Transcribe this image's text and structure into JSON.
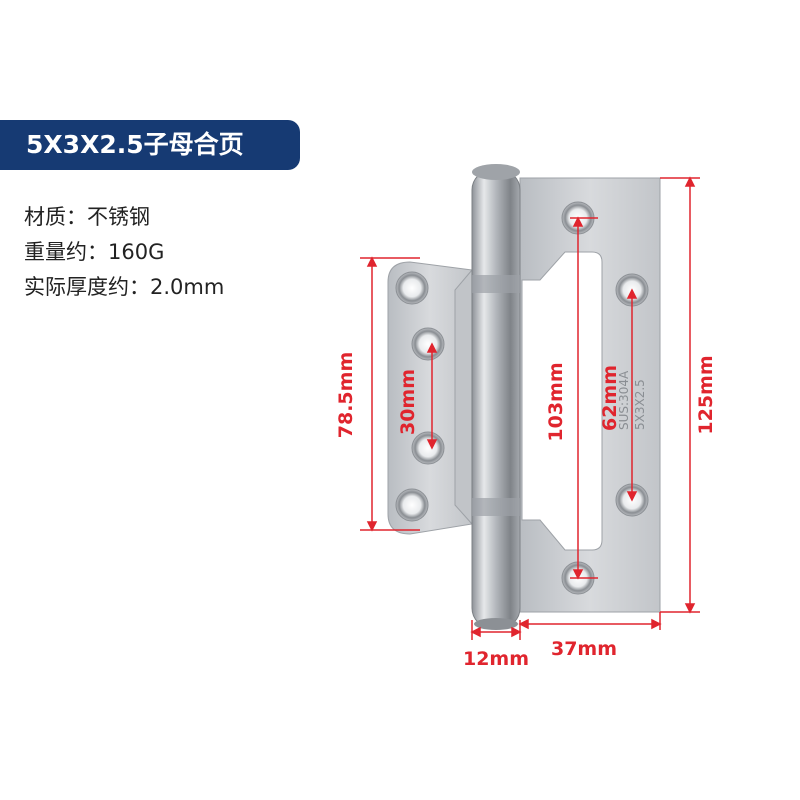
{
  "title": "5X3X2.5子母合页",
  "specs": {
    "material": "材质：不锈钢",
    "weight": "重量约：160G",
    "thickness": "实际厚度约：2.0mm"
  },
  "engraving": {
    "line1": "SUS:304A",
    "line2": "5X3X2.5"
  },
  "dimensions": {
    "left_height": "78.5mm",
    "left_hole_spacing": "30mm",
    "inner_height": "103mm",
    "right_hole_spacing": "62mm",
    "total_height": "125mm",
    "knuckle_width": "12mm",
    "leaf_width": "37mm"
  },
  "colors": {
    "banner": "#163a73",
    "dimension": "#e0252e",
    "steel": "#c9ccd0"
  }
}
